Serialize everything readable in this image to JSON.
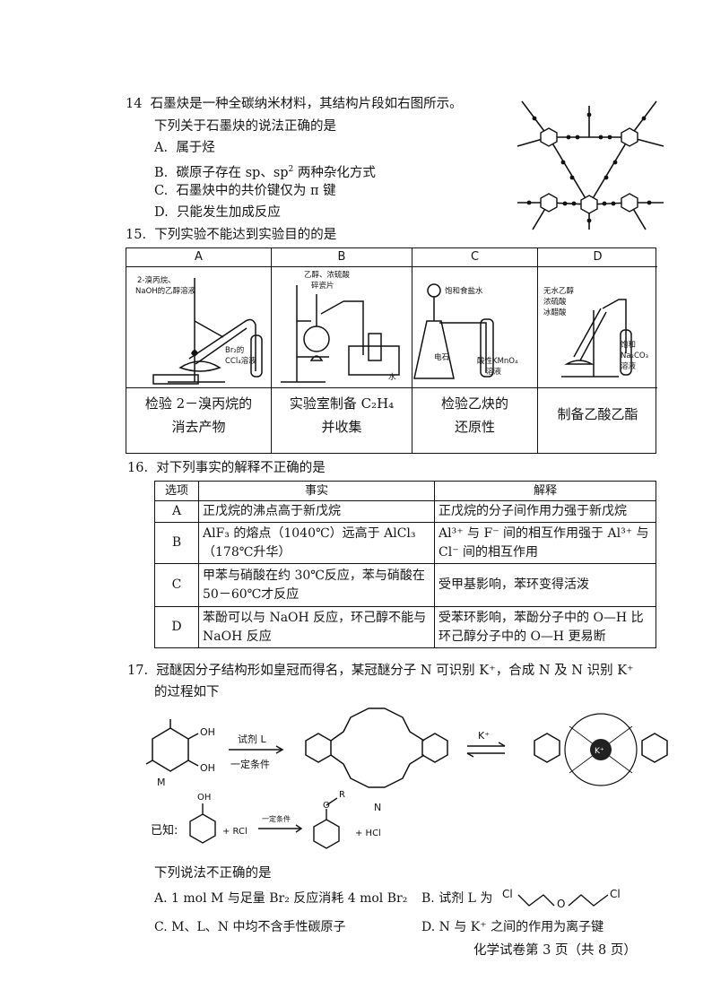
{
  "q14": {
    "number": "14",
    "stem": "石墨炔是一种全碳纳米材料，其结构片段如右图所示。",
    "question": "下列关于石墨炔的说法正确的是",
    "options": [
      {
        "letter": "A.",
        "text": "属于烃"
      },
      {
        "letter": "B.",
        "text_before": "碳原子存在 sp、sp",
        "sup": "2",
        "text_after": " 两种杂化方式"
      },
      {
        "letter": "C.",
        "text": "石墨炔中的共价键仅为 π 键"
      },
      {
        "letter": "D.",
        "text": "只能发生加成反应"
      }
    ]
  },
  "q15": {
    "number": "15.",
    "stem": "下列实验不能达到实验目的的是",
    "columns": [
      {
        "header": "A",
        "labels": [
          "2-溴丙烷、",
          "NaOH的乙醇溶液",
          "Br₂的",
          "CCl₄溶液"
        ],
        "caption_line1": "检验 2－溴丙烷的",
        "caption_line2": "消去产物"
      },
      {
        "header": "B",
        "labels": [
          "乙醇、浓硫酸",
          "碎瓷片",
          "水"
        ],
        "caption_line1": "实验室制备 C₂H₄",
        "caption_line2": "并收集"
      },
      {
        "header": "C",
        "labels": [
          "饱和食盐水",
          "电石",
          "酸性KMnO₄",
          "溶液"
        ],
        "caption_line1": "检验乙炔的",
        "caption_line2": "还原性"
      },
      {
        "header": "D",
        "labels": [
          "无水乙醇",
          "浓硫酸",
          "冰醋酸",
          "饱和",
          "Na₂CO₃",
          "溶液"
        ],
        "caption_line1": "制备乙酸乙酯",
        "caption_line2": ""
      }
    ]
  },
  "q16": {
    "number": "16.",
    "stem": "对下列事实的解释不正确的是",
    "headers": [
      "选项",
      "事实",
      "解释"
    ],
    "rows": [
      {
        "option": "A",
        "fact": "正戊烷的沸点高于新戊烷",
        "explanation": "正戊烷的分子间作用力强于新戊烷"
      },
      {
        "option": "B",
        "fact": "AlF₃ 的熔点（1040℃）远高于 AlCl₃（178℃升华）",
        "explanation": "Al³⁺ 与 F⁻ 间的相互作用强于 Al³⁺ 与 Cl⁻ 间的相互作用"
      },
      {
        "option": "C",
        "fact": "甲苯与硝酸在约 30℃反应，苯与硝酸在 50－60℃才反应",
        "explanation": "受甲基影响，苯环变得活泼"
      },
      {
        "option": "D",
        "fact": "苯酚可以与 NaOH 反应，环己醇不能与 NaOH 反应",
        "explanation": "受苯环影响，苯酚分子中的 O—H 比环己醇分子中的 O—H 更易断"
      }
    ]
  },
  "q17": {
    "number": "17.",
    "stem_line1": "冠醚因分子结构形如皇冠而得名，某冠醚分子 N 可识别 K⁺，合成 N 及 N 识别 K⁺",
    "stem_line2": "的过程如下",
    "scheme": {
      "reagent": "试剂 L",
      "condition": "一定条件",
      "label_m": "M",
      "label_n": "N",
      "oh": "OH",
      "kplus": "K⁺",
      "k_center": "K⁺"
    },
    "known": {
      "label": "已知:",
      "oh": "OH",
      "plus_rcl": "+ RCl",
      "condition": "一定条件",
      "r": "R",
      "o": "O",
      "plus_hcl": "+ HCl"
    },
    "question": "下列说法不正确的是",
    "options": {
      "a": "A.  1 mol M 与足量 Br₂ 反应消耗 4 mol Br₂",
      "b_prefix": "B.  试剂 L 为",
      "b_cl1": "Cl",
      "b_o": "O",
      "b_cl2": "Cl",
      "c": "C.  M、L、N 中均不含手性碳原子",
      "d": "D.  N 与 K⁺ 之间的作用为离子键"
    }
  },
  "footer": "化学试卷第 3 页（共 8 页）"
}
